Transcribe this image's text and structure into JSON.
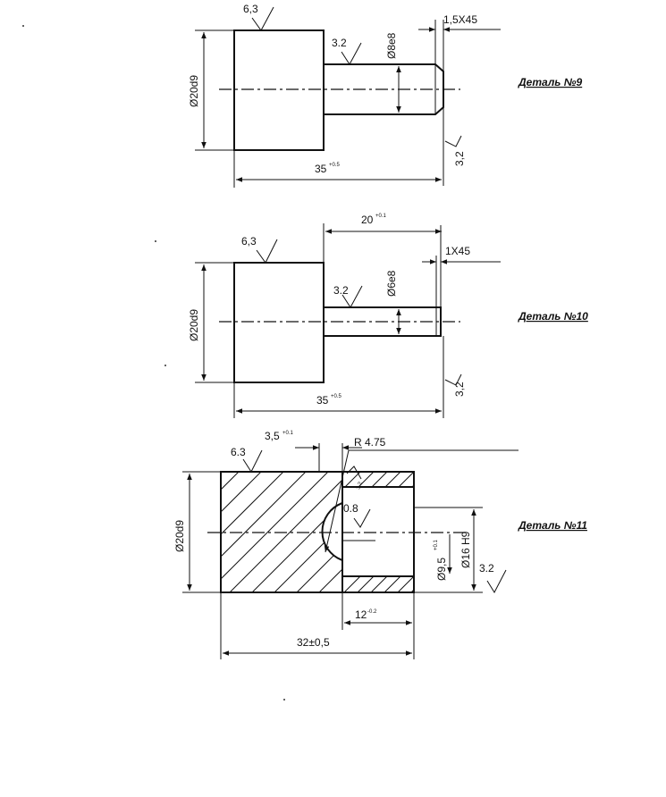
{
  "parts": {
    "part9": {
      "title": "Деталь №9",
      "roughness_face": "6,3",
      "roughness_shaft": "3.2",
      "diameter_body": "Ø20d9",
      "diameter_shaft": "Ø8e8",
      "chamfer": "1,5X45",
      "roughness_general": "3,2",
      "length_total": "35",
      "length_total_tol": "+0.5"
    },
    "part10": {
      "title": "Деталь №10",
      "roughness_face": "6,3",
      "roughness_shaft": "3.2",
      "diameter_body": "Ø20d9",
      "diameter_shaft": "Ø6e8",
      "chamfer": "1X45",
      "roughness_general": "3,2",
      "length_shaft": "20",
      "length_shaft_tol": "+0.1",
      "length_total": "35",
      "length_total_tol": "+0.5"
    },
    "part11": {
      "title": "Деталь №11",
      "roughness_face": "6.3",
      "offset": "3,5",
      "offset_tol": "+0.1",
      "radius": "R 4.75",
      "roughness_small": "3.2",
      "roughness_sphere": "0.8",
      "diameter_body": "Ø20d9",
      "diameter_bore_small": "Ø9,5",
      "diameter_bore_small_tol": "+0.1",
      "diameter_bore": "Ø16 H9",
      "roughness_bore": "3.2",
      "depth_bore": "12",
      "depth_bore_tol": "-0.2",
      "length_total": "32±0,5"
    }
  }
}
